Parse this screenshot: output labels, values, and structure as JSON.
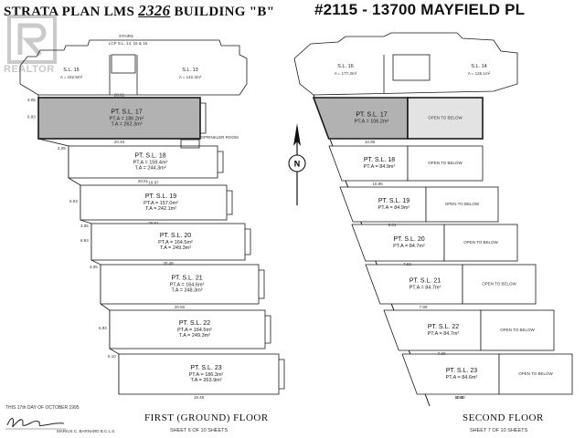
{
  "header": {
    "title_prefix": "STRATA PLAN LMS",
    "plan_number": "2326",
    "title_building": "BUILDING \"B\"",
    "address": "#2115 - 13700 MAYFIELD PL"
  },
  "watermark": {
    "brand": "REALTOR"
  },
  "compass": {
    "letter": "N"
  },
  "colors": {
    "highlight_unit": "#b2b2b2",
    "open_below": "#e3e3e3",
    "line": "#1a1a1a"
  },
  "first_floor": {
    "floor_label": "FIRST (GROUND) FLOOR",
    "sheet_label": "SHEET 6 OF 10 SHEETS",
    "top_units": [
      {
        "label": "S.L. 15",
        "area": "A = 152.5m²"
      },
      {
        "label": "S.L. 13",
        "area": "A = 142.3m²"
      }
    ],
    "stairs_label": "STAIRS",
    "stairs_sub": "LCP S.L. 14, 15 & 16",
    "sprinkler_label": "SPRINKLER ROOM",
    "units": [
      {
        "label": "PT. S.L. 17",
        "pta": "PT.A = 186.2m²",
        "ta": "T.A = 262.3m²",
        "dim_top": "28.81",
        "dim_bottom": "20.33"
      },
      {
        "label": "PT. S.L. 18",
        "pta": "PT.A = 159.4m²",
        "ta": "T.A = 244.3m²",
        "dim_top": "",
        "dim_bottom": "20.51"
      },
      {
        "label": "PT. S.L. 19",
        "pta": "PT.A = 157.0m²",
        "ta": "T.A = 242.1m²",
        "dim_top": "19.97",
        "dim_bottom": "20.51"
      },
      {
        "label": "PT. S.L. 20",
        "pta": "PT.A = 164.5m²",
        "ta": "T.A = 249.3m²",
        "dim_top": "",
        "dim_bottom": "20.49"
      },
      {
        "label": "PT. S.L. 21",
        "pta": "PT.A = 164.6m²",
        "ta": "T.A = 248.3m²",
        "dim_top": "",
        "dim_bottom": "20.50"
      },
      {
        "label": "PT. S.L. 22",
        "pta": "PT.A = 164.5m²",
        "ta": "T.A = 249.3m²",
        "dim_top": "",
        "dim_bottom": ""
      },
      {
        "label": "PT. S.L. 23",
        "pta": "PT.A = 186.3m²",
        "ta": "T.A = 263.9m²",
        "dim_top": "",
        "dim_bottom": "19.48"
      }
    ],
    "side_dims": [
      "3.05",
      "6.93",
      "3.05",
      "6.93",
      "3.05",
      "6.93",
      "3.05",
      "6.93",
      "6.10"
    ]
  },
  "second_floor": {
    "floor_label": "SECOND FLOOR",
    "sheet_label": "SHEET 7 OF 10 SHEETS",
    "top_units": [
      {
        "label": "S.L. 16",
        "area": "A = 177.3m²"
      },
      {
        "label": "S.L. 14",
        "area": "A = 126.1m²"
      }
    ],
    "units": [
      {
        "label": "PT. S.L. 17",
        "pta": "PT.A = 106.2m²",
        "open": "OPEN TO BELOW"
      },
      {
        "label": "PT. S.L. 18",
        "pta": "PT.A = 84.9m²",
        "open": "OPEN TO BELOW"
      },
      {
        "label": "PT. S.L. 19",
        "pta": "PT.A = 84.9m²",
        "open": "OPEN TO BELOW"
      },
      {
        "label": "PT. S.L. 20",
        "pta": "PT.A = 84.7m²",
        "open": "OPEN TO BELOW"
      },
      {
        "label": "PT. S.L. 21",
        "pta": "PT.A = 84.7m²",
        "open": "OPEN TO BELOW"
      },
      {
        "label": "PT. S.L. 22",
        "pta": "PT.A = 84.7m²",
        "open": "OPEN TO BELOW"
      },
      {
        "label": "PT. S.L. 23",
        "pta": "PT.A = 84.6m²",
        "open": "OPEN TO BELOW"
      }
    ],
    "dims": [
      "10.98",
      "10.96",
      "8.01",
      "7.93",
      "7.89",
      "7.90",
      "10.80",
      "6.93"
    ]
  },
  "signature": {
    "date_line": "THIS 17th DAY OF OCTOBER 1995",
    "surveyor": "MARIUS C. BARNARD B.C.L.S."
  }
}
